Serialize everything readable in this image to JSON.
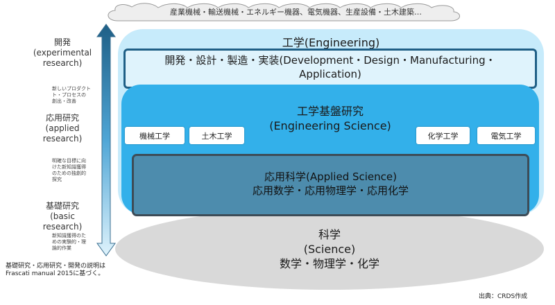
{
  "cloud": {
    "text": "産業機械・輸送機械・エネルギー機器、電気機器、生産設備・土木建築…"
  },
  "axis": {
    "development": {
      "line1": "開発",
      "line2": "(experimental",
      "line3": "research)"
    },
    "development_desc": {
      "line1": "新しいプロダクト",
      "line2": "ト・プロセスの",
      "line3": "創出・改善"
    },
    "applied": {
      "line1": "応用研究",
      "line2": "(applied",
      "line3": "research)"
    },
    "applied_desc": {
      "line1": "明確な目標に向",
      "line2": "けた新知識獲得",
      "line3": "のための独創的",
      "line4": "探究"
    },
    "basic": {
      "line1": "基礎研究",
      "line2": "(basic",
      "line3": "research)"
    },
    "basic_desc": {
      "line1": "新知識獲得のた",
      "line2": "めの実験的・理",
      "line3": "論的作業"
    }
  },
  "engineering": {
    "title": "工学(Engineering)",
    "dev_line1": "開発・設計・製造・実装(Development・Design・Manufacturing・",
    "dev_line2": "Application)"
  },
  "eng_science": {
    "line1": "工学基盤研究",
    "line2": "(Engineering Science)",
    "tags": [
      "機械工学",
      "土木工学",
      "化学工学",
      "電気工学"
    ]
  },
  "applied_science": {
    "line1": "応用科学(Applied Science)",
    "line2": "応用数学・応用物理学・応用化学"
  },
  "science": {
    "line1": "科学",
    "line2": "(Science)",
    "line3": "数学・物理学・化学"
  },
  "note": {
    "line1": "基礎研究・応用研究・開発の説明は",
    "line2": "Frascati manual 2015に基づく。"
  },
  "source": "出典：CRDS作成",
  "colors": {
    "outer_box": "#c7ebfb",
    "eng_science_box": "#33b0ea",
    "applied_box": "#4d8cad",
    "science_ellipse": "#d9d9d9",
    "arrow_top": "#1f5f86",
    "arrow_bottom": "#dff3fc"
  }
}
